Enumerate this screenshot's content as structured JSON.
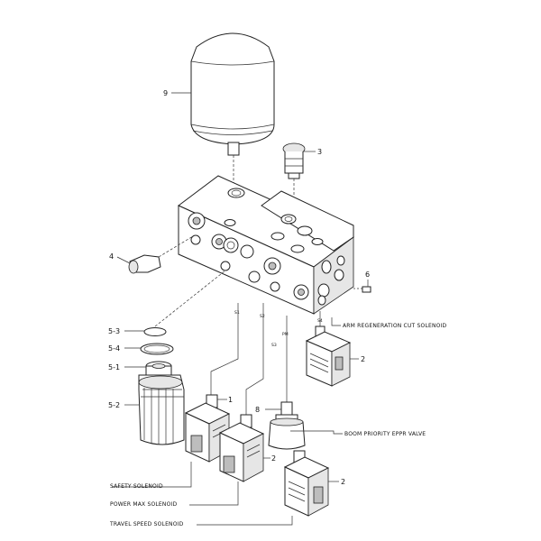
{
  "callouts": {
    "accumulator": "9",
    "plug_3": "3",
    "plug_4": "4",
    "fitting_6": "6",
    "o_ring_5_3": "5-3",
    "backup_ring_5_4": "5-4",
    "filter_cap_5_1": "5-1",
    "filter_body_5_2": "5-2",
    "solenoid_1": "1",
    "solenoid_2_right": "2",
    "solenoid_2_middle": "2",
    "solenoid_2_bottom": "2",
    "eppr_valve": "8"
  },
  "labels": {
    "arm_regen": "ARM REGENERATION CUT SOLENOID",
    "boom_priority": "BOOM PRIORITY EPPR VALVE",
    "safety": "SAFETY SOLENOID",
    "power_max": "POWER MAX SOLENOID",
    "travel_speed": "TRAVEL SPEED SOLENOID"
  },
  "port_labels": {
    "s1": "S1",
    "s2": "S2",
    "s3": "S3",
    "s4": "S4",
    "pm": "PM"
  }
}
